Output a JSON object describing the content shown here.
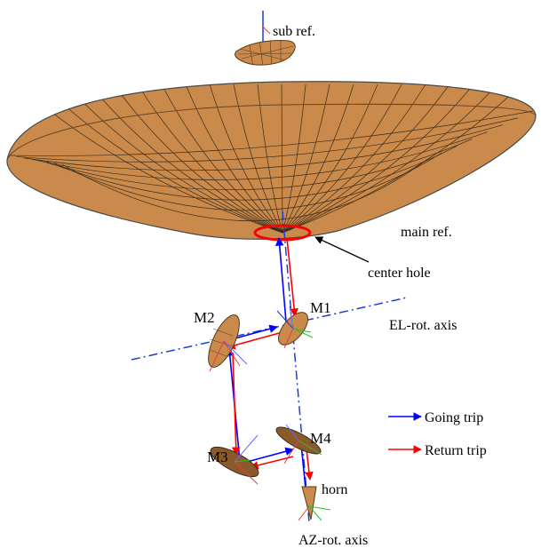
{
  "labels": {
    "sub_ref": "sub ref.",
    "main_ref": "main ref.",
    "center_hole": "center hole",
    "el_axis": "EL-rot. axis",
    "az_axis": "AZ-rot. axis",
    "horn": "horn",
    "m1": "M1",
    "m2": "M2",
    "m3": "M3",
    "m4": "M4"
  },
  "legend": {
    "going": "Going trip",
    "return": "Return trip"
  },
  "colors": {
    "reflector": "#c98a4b",
    "reflector_dark": "#8a5a2b",
    "going": "#0000ff",
    "return": "#ff0000",
    "axis": "#1a3fd6",
    "hole": "#ff0000"
  }
}
